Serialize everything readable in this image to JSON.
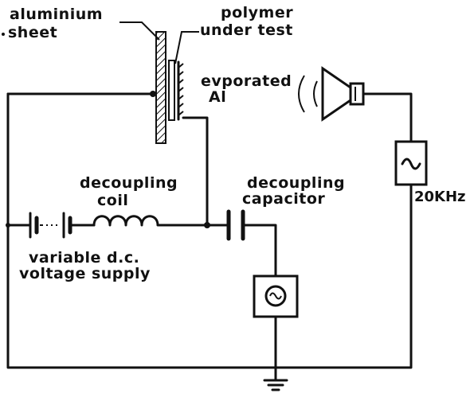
{
  "labels": {
    "aluminium_sheet_line1": "aluminium",
    "aluminium_sheet_line2": "sheet",
    "polymer_line1": "polymer",
    "polymer_line2": "under test",
    "evaporated_line1": "evporated",
    "evaporated_line2": "Al",
    "coil_line1": "decoupling",
    "coil_line2": "coil",
    "capacitor_line1": "decoupling",
    "capacitor_line2": "capacitor",
    "supply_line1": "variable d.c.",
    "supply_line2": "voltage supply",
    "frequency": "20KHz"
  },
  "icons": {
    "ac_source": "sine-wave-icon",
    "speaker": "loudspeaker-icon",
    "ground": "ground-icon"
  }
}
